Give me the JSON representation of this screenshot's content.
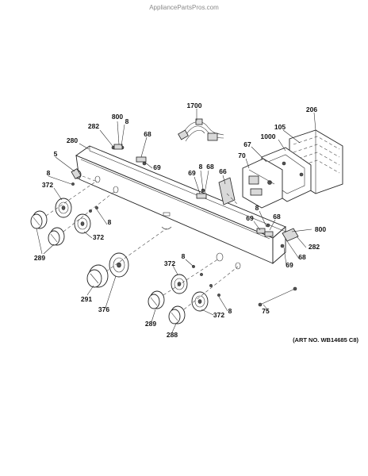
{
  "watermark": "AppliancePartsPros.com",
  "art_no": "(ART NO. WB14685 C8)",
  "callouts": {
    "c800a": "800",
    "c282a": "282",
    "c8a": "8",
    "c1700": "1700",
    "c206": "206",
    "c105": "105",
    "c1000": "1000",
    "c280": "280",
    "c68a": "68",
    "c67": "67",
    "c5": "5",
    "c69a": "69",
    "c70": "70",
    "c8b": "8",
    "c69b": "69",
    "c8c": "8",
    "c68b": "68",
    "c66": "66",
    "c372a": "372",
    "c8d": "8",
    "c68c": "68",
    "c69c": "69",
    "c800b": "800",
    "c8e": "8",
    "c372b": "372",
    "c289a": "289",
    "c282b": "282",
    "c68d": "68",
    "c69d": "69",
    "c8f": "8",
    "c372c": "372",
    "c291": "291",
    "c376": "376",
    "c8g": "8",
    "c75": "75",
    "c289b": "289",
    "c372d": "372",
    "c288": "288"
  }
}
